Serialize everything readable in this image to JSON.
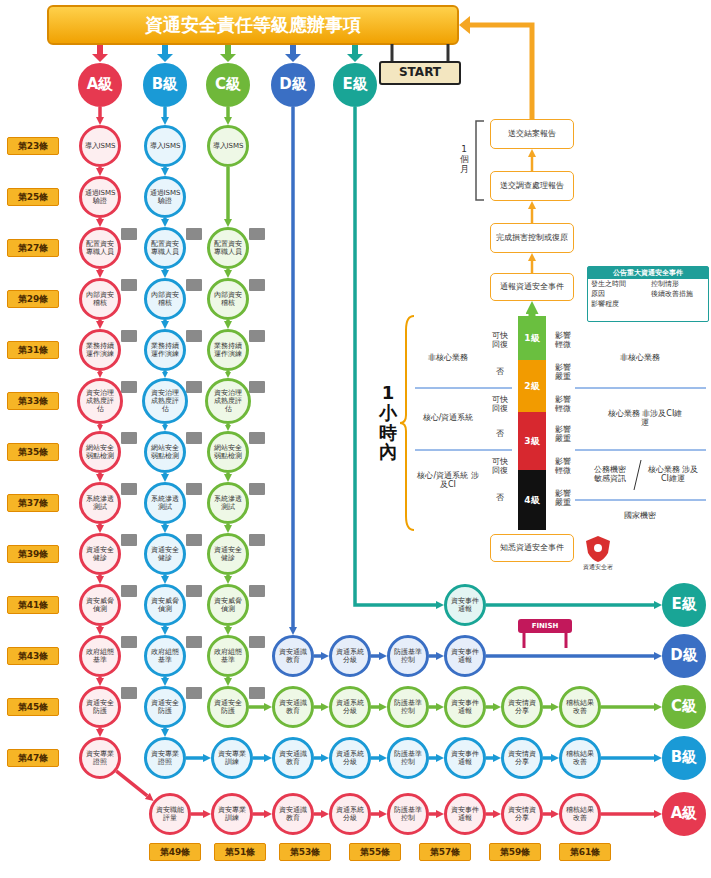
{
  "diagram": {
    "title": "資通安全責任等級應辦事項",
    "nodes": [
      {
        "text": [
          "A級"
        ]
      },
      {
        "text": [
          "B級"
        ]
      },
      {
        "text": [
          "C級"
        ]
      },
      {
        "text": [
          "D級"
        ]
      },
      {
        "text": [
          "E級"
        ]
      },
      {
        "text": [
          "第23條"
        ]
      },
      {
        "text": [
          "第25條"
        ]
      },
      {
        "text": [
          "第27條"
        ]
      },
      {
        "text": [
          "第29條"
        ]
      },
      {
        "text": [
          "第31條"
        ]
      },
      {
        "text": [
          "第33條"
        ]
      },
      {
        "text": [
          "第35條"
        ]
      },
      {
        "text": [
          "第37條"
        ]
      },
      {
        "text": [
          "第39條"
        ]
      },
      {
        "text": [
          "第41條"
        ]
      },
      {
        "text": [
          "第43條"
        ]
      },
      {
        "text": [
          "第45條"
        ]
      },
      {
        "text": [
          "第47條"
        ]
      },
      {
        "text": [
          "導入ISMS"
        ]
      },
      {
        "text": [
          "通過ISMS驗證"
        ]
      },
      {
        "text": [
          "配置資安專職人員"
        ]
      },
      {
        "text": [
          "內部資安稽核"
        ]
      },
      {
        "text": [
          "業務持續運作演練"
        ]
      },
      {
        "text": [
          "資安治理成熟度評估"
        ]
      },
      {
        "text": [
          "網站安全弱點檢測"
        ]
      },
      {
        "text": [
          "系統滲透測試"
        ]
      },
      {
        "text": [
          "資通安全健診"
        ]
      },
      {
        "text": [
          "資安威脅偵測"
        ]
      },
      {
        "text": [
          "政府組態基準"
        ]
      },
      {
        "text": [
          "資通安全防護"
        ]
      },
      {
        "text": [
          "資安專業證照"
        ]
      },
      {
        "text": [
          "導入ISMS"
        ]
      },
      {
        "text": [
          "通過ISMS驗證"
        ]
      },
      {
        "text": [
          "配置資安專職人員"
        ]
      },
      {
        "text": [
          "內部資安稽核"
        ]
      },
      {
        "text": [
          "業務持續運作演練"
        ]
      },
      {
        "text": [
          "資安治理成熟度評估"
        ]
      },
      {
        "text": [
          "網站安全弱點檢測"
        ]
      },
      {
        "text": [
          "系統滲透測試"
        ]
      },
      {
        "text": [
          "資通安全健診"
        ]
      },
      {
        "text": [
          "資安威脅偵測"
        ]
      },
      {
        "text": [
          "政府組態基準"
        ]
      },
      {
        "text": [
          "資通安全防護"
        ]
      },
      {
        "text": [
          "資安專業證照"
        ]
      },
      {
        "text": [
          "導入ISMS"
        ]
      },
      {
        "text": [
          "配置資安專職人員"
        ]
      },
      {
        "text": [
          "內部資安稽核"
        ]
      },
      {
        "text": [
          "業務持續運作演練"
        ]
      },
      {
        "text": [
          "資安治理成熟度評估"
        ]
      },
      {
        "text": [
          "網站安全弱點檢測"
        ]
      },
      {
        "text": [
          "系統滲透測試"
        ]
      },
      {
        "text": [
          "資通安全健診"
        ]
      },
      {
        "text": [
          "資安威脅偵測"
        ]
      },
      {
        "text": [
          "政府組態基準"
        ]
      },
      {
        "text": [
          "資通安全防護"
        ]
      },
      {
        "text": [
          "資安通識教育"
        ]
      },
      {
        "text": [
          "資通系統分級"
        ]
      },
      {
        "text": [
          "防護基準控制"
        ]
      },
      {
        "text": [
          "資安事件通報"
        ]
      },
      {
        "text": [
          "資安事件通報"
        ]
      },
      {
        "text": [
          "資安通識教育"
        ]
      },
      {
        "text": [
          "資通系統分級"
        ]
      },
      {
        "text": [
          "防護基準控制"
        ]
      },
      {
        "text": [
          "資安事件通報"
        ]
      },
      {
        "text": [
          "資安情資分享"
        ]
      },
      {
        "text": [
          "稽核結果改善"
        ]
      },
      {
        "text": [
          "資安專業訓練"
        ]
      },
      {
        "text": [
          "資安通識教育"
        ]
      },
      {
        "text": [
          "資通系統分級"
        ]
      },
      {
        "text": [
          "防護基準控制"
        ]
      },
      {
        "text": [
          "資安事件通報"
        ]
      },
      {
        "text": [
          "資安情資分享"
        ]
      },
      {
        "text": [
          "稽核結果改善"
        ]
      },
      {
        "text": [
          "資安職能評量"
        ]
      },
      {
        "text": [
          "資安專業訓練"
        ]
      },
      {
        "text": [
          "資安通識教育"
        ]
      },
      {
        "text": [
          "資通系統分級"
        ]
      },
      {
        "text": [
          "防護基準控制"
        ]
      },
      {
        "text": [
          "資安事件通報"
        ]
      },
      {
        "text": [
          "資安情資分享"
        ]
      },
      {
        "text": [
          "稽核結果改善"
        ]
      },
      {
        "text": [
          "E級"
        ]
      },
      {
        "text": [
          "D級"
        ]
      },
      {
        "text": [
          "C級"
        ]
      },
      {
        "text": [
          "B級"
        ]
      },
      {
        "text": [
          "A級"
        ]
      },
      {
        "text": [
          "第49條"
        ]
      },
      {
        "text": [
          "第51條"
        ]
      },
      {
        "text": [
          "第53條"
        ]
      },
      {
        "text": [
          "第55條"
        ]
      },
      {
        "text": [
          "第57條"
        ]
      },
      {
        "text": [
          "第59條"
        ]
      },
      {
        "text": [
          "第61條"
        ]
      },
      {
        "text": [
          "知悉資通安全事件"
        ]
      },
      {
        "text": [
          "1級"
        ]
      },
      {
        "text": [
          "2級"
        ]
      },
      {
        "text": [
          "3級"
        ]
      },
      {
        "text": [
          "4級"
        ]
      },
      {
        "text": [
          "通報資通安全事件"
        ]
      },
      {
        "text": [
          "公告重大資通安全事件",
          "發生之時間",
          "控制情形",
          "原因",
          "後續改善措施",
          "影響程度"
        ]
      },
      {
        "text": [
          "完成損害控制或復原"
        ]
      },
      {
        "text": [
          "送交調查處理報告"
        ]
      },
      {
        "text": [
          "送交結案報告"
        ]
      }
    ],
    "edges": [
      {
        "from": 0,
        "to": 18,
        "arrow": "to"
      },
      {
        "from": 1,
        "to": 31,
        "arrow": "to"
      },
      {
        "from": 2,
        "to": 44,
        "arrow": "to"
      },
      {
        "from": 3,
        "to": 55,
        "arrow": "to"
      },
      {
        "from": 4,
        "to": 59,
        "arrow": "to"
      },
      {
        "from": 18,
        "to": 19,
        "arrow": "to"
      },
      {
        "from": 19,
        "to": 20,
        "arrow": "to"
      },
      {
        "from": 20,
        "to": 21,
        "arrow": "to"
      },
      {
        "from": 21,
        "to": 22,
        "arrow": "to"
      },
      {
        "from": 22,
        "to": 23,
        "arrow": "to"
      },
      {
        "from": 23,
        "to": 24,
        "arrow": "to"
      },
      {
        "from": 24,
        "to": 25,
        "arrow": "to"
      },
      {
        "from": 25,
        "to": 26,
        "arrow": "to"
      },
      {
        "from": 26,
        "to": 27,
        "arrow": "to"
      },
      {
        "from": 27,
        "to": 28,
        "arrow": "to"
      },
      {
        "from": 28,
        "to": 29,
        "arrow": "to"
      },
      {
        "from": 29,
        "to": 30,
        "arrow": "to"
      },
      {
        "from": 30,
        "to": 73,
        "arrow": "to"
      },
      {
        "from": 31,
        "to": 32,
        "arrow": "to"
      },
      {
        "from": 32,
        "to": 33,
        "arrow": "to"
      },
      {
        "from": 33,
        "to": 34,
        "arrow": "to"
      },
      {
        "from": 34,
        "to": 35,
        "arrow": "to"
      },
      {
        "from": 35,
        "to": 36,
        "arrow": "to"
      },
      {
        "from": 36,
        "to": 37,
        "arrow": "to"
      },
      {
        "from": 37,
        "to": 38,
        "arrow": "to"
      },
      {
        "from": 38,
        "to": 39,
        "arrow": "to"
      },
      {
        "from": 39,
        "to": 40,
        "arrow": "to"
      },
      {
        "from": 40,
        "to": 41,
        "arrow": "to"
      },
      {
        "from": 41,
        "to": 42,
        "arrow": "to"
      },
      {
        "from": 42,
        "to": 43,
        "arrow": "to"
      },
      {
        "from": 43,
        "to": 66,
        "arrow": "to"
      },
      {
        "from": 44,
        "to": 45,
        "arrow": "to"
      },
      {
        "from": 45,
        "to": 46,
        "arrow": "to"
      },
      {
        "from": 46,
        "to": 47,
        "arrow": "to"
      },
      {
        "from": 47,
        "to": 48,
        "arrow": "to"
      },
      {
        "from": 48,
        "to": 49,
        "arrow": "to"
      },
      {
        "from": 49,
        "to": 50,
        "arrow": "to"
      },
      {
        "from": 50,
        "to": 51,
        "arrow": "to"
      },
      {
        "from": 51,
        "to": 52,
        "arrow": "to"
      },
      {
        "from": 52,
        "to": 53,
        "arrow": "to"
      },
      {
        "from": 53,
        "to": 54,
        "arrow": "to"
      },
      {
        "from": 54,
        "to": 60,
        "arrow": "to"
      },
      {
        "from": 55,
        "to": 56,
        "arrow": "to"
      },
      {
        "from": 56,
        "to": 57,
        "arrow": "to"
      },
      {
        "from": 57,
        "to": 58,
        "arrow": "to"
      },
      {
        "from": 58,
        "to": 82,
        "arrow": "to"
      },
      {
        "from": 59,
        "to": 81,
        "arrow": "to"
      },
      {
        "from": 60,
        "to": 61,
        "arrow": "to"
      },
      {
        "from": 61,
        "to": 62,
        "arrow": "to"
      },
      {
        "from": 62,
        "to": 63,
        "arrow": "to"
      },
      {
        "from": 63,
        "to": 64,
        "arrow": "to"
      },
      {
        "from": 64,
        "to": 65,
        "arrow": "to"
      },
      {
        "from": 65,
        "to": 83,
        "arrow": "to"
      },
      {
        "from": 66,
        "to": 67,
        "arrow": "to"
      },
      {
        "from": 67,
        "to": 68,
        "arrow": "to"
      },
      {
        "from": 68,
        "to": 69,
        "arrow": "to"
      },
      {
        "from": 69,
        "to": 70,
        "arrow": "to"
      },
      {
        "from": 70,
        "to": 71,
        "arrow": "to"
      },
      {
        "from": 71,
        "to": 72,
        "arrow": "to"
      },
      {
        "from": 72,
        "to": 84,
        "arrow": "to"
      },
      {
        "from": 73,
        "to": 74,
        "arrow": "to"
      },
      {
        "from": 74,
        "to": 75,
        "arrow": "to"
      },
      {
        "from": 75,
        "to": 76,
        "arrow": "to"
      },
      {
        "from": 76,
        "to": 77,
        "arrow": "to"
      },
      {
        "from": 77,
        "to": 78,
        "arrow": "to"
      },
      {
        "from": 78,
        "to": 79,
        "arrow": "to"
      },
      {
        "from": 79,
        "to": 80,
        "arrow": "to"
      },
      {
        "from": 80,
        "to": 85,
        "arrow": "to"
      },
      {
        "from": 94,
        "to": 98,
        "arrow": "to"
      },
      {
        "from": 98,
        "to": 100,
        "arrow": "to"
      },
      {
        "from": 100,
        "to": 101,
        "arrow": "to"
      },
      {
        "from": 101,
        "to": 102,
        "arrow": "to"
      }
    ],
    "labels": [
      "START",
      "FINISH",
      "非核心業務",
      "可快回復",
      "否",
      "影響輕微",
      "影響嚴重",
      "非核心業務",
      "核心/資通系統",
      "可快回復",
      "否",
      "影響輕微",
      "影響嚴重",
      "核心業務 非涉及CI維運",
      "核心/資通系統 涉及CI",
      "可快回復",
      "否",
      "影響輕微",
      "影響嚴重",
      "公務機密 敏感資訊",
      "核心業務 涉及CI維運",
      "國家機密",
      "1小時內",
      "1個月",
      "資通安全署"
    ]
  }
}
